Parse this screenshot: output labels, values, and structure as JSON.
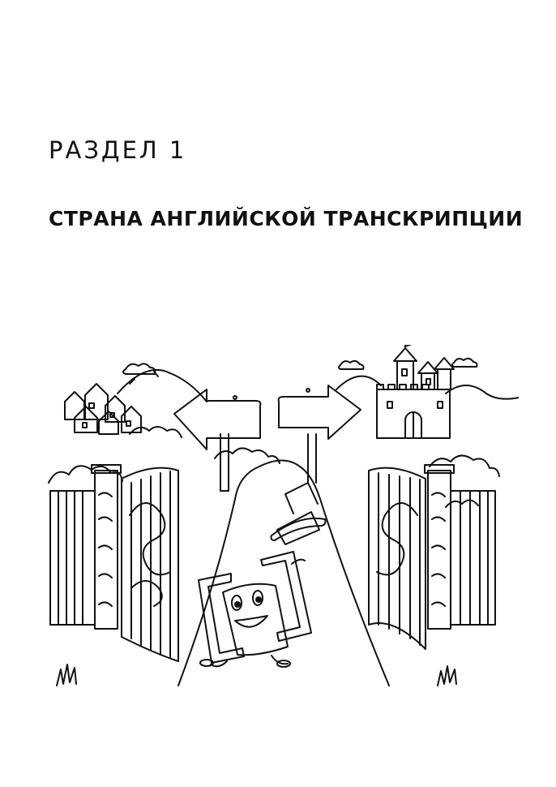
{
  "section": {
    "label": "РАЗДЕЛ 1",
    "title": "СТРАНА АНГЛИЙСКОЙ ТРАНСКРИПЦИИ"
  },
  "illustration": {
    "subject": "gates-and-castle-coloring-page",
    "line_color": "#111111",
    "background": "#ffffff"
  }
}
